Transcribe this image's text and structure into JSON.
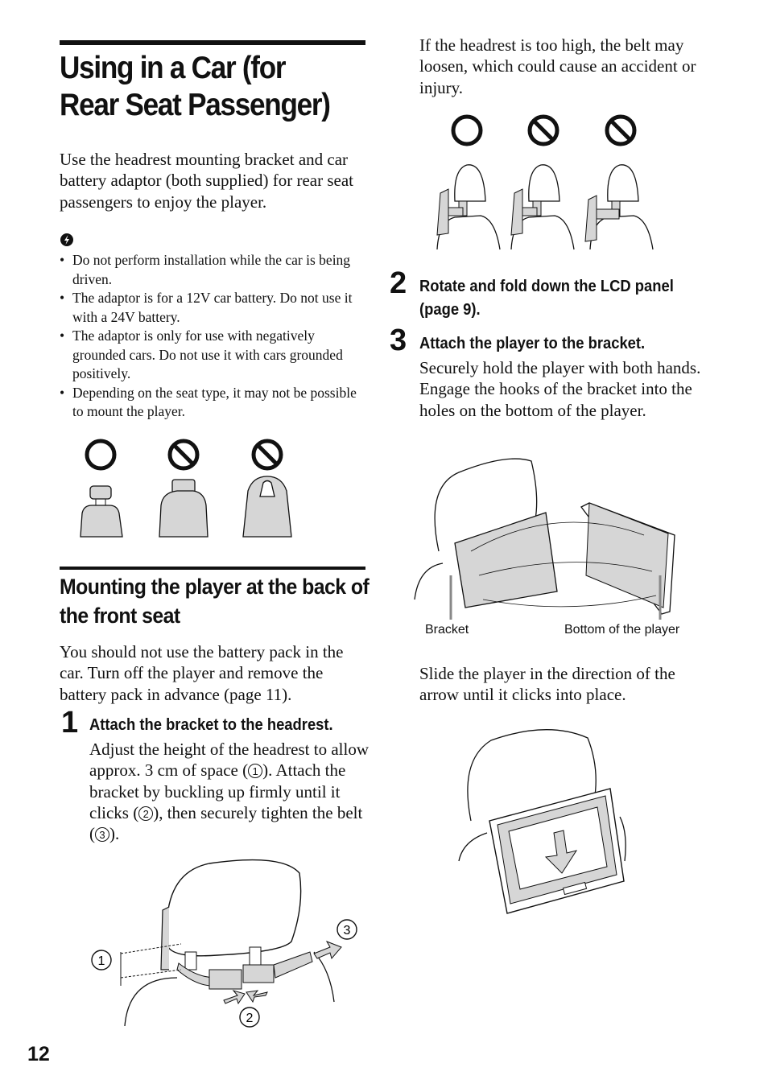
{
  "page_title": "Using in a Car (for Rear Seat Passenger)",
  "intro": "Use the headrest mounting bracket and car battery adaptor (both supplied) for rear seat passengers to enjoy the player.",
  "notes": [
    "Do not perform installation while the car is being driven.",
    "The adaptor is for a 12V car battery. Do not use it with a 24V battery.",
    "The adaptor is only for use with negatively grounded cars. Do not use it with cars grounded positively.",
    "Depending on the seat type, it may not be possible to mount the player."
  ],
  "section_title": "Mounting the player at the back of the front seat",
  "section_intro": "You should not use the battery pack in the car. Turn off the player and remove the battery pack in advance (page 11).",
  "step1": {
    "number": "1",
    "title": "Attach the bracket to the headrest.",
    "line1": "Adjust the height of the headrest to allow approx. 3 cm of space (",
    "line1_end": ").",
    "line2": "Attach the bracket by buckling up firmly until it clicks (",
    "line2_end": "), then securely tighten the belt (",
    "line3_end": ")."
  },
  "callouts": [
    "1",
    "2",
    "3"
  ],
  "headrest_warning": "If the headrest is too high, the belt may loosen, which could cause an accident or injury.",
  "step2": {
    "number": "2",
    "title": "Rotate and fold down the LCD panel (page 9)."
  },
  "step3": {
    "number": "3",
    "title": "Attach the player to the bracket.",
    "text1": "Securely hold the player with both hands.",
    "text2": "Engage the hooks of the bracket into the holes on the bottom of the player."
  },
  "captions": {
    "bracket": "Bracket",
    "bottom": "Bottom of the player"
  },
  "slide_text": "Slide the player in the direction of the arrow until it clicks into place.",
  "page_number": "12"
}
